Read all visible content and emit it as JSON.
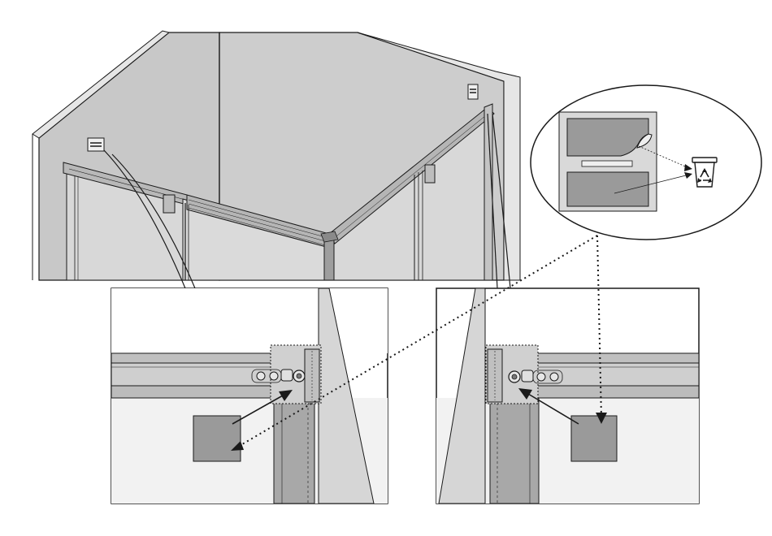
{
  "diagram": {
    "type": "shower-enclosure-assembly-instruction",
    "colors": {
      "wall": "#c8c8c8",
      "wall_edge": "#e6e6e6",
      "panel": "#d6d6d6",
      "rail": "#b5b5b5",
      "sticker": "#9a9a9a",
      "outline": "#1a1a1a",
      "background": "#ffffff"
    },
    "icons": [
      "recycle-bin-icon",
      "sticker-icon",
      "direction-arrow-icon"
    ],
    "callouts": [
      "detail-left-corner",
      "detail-right-corner",
      "label-peel-magnifier"
    ]
  }
}
